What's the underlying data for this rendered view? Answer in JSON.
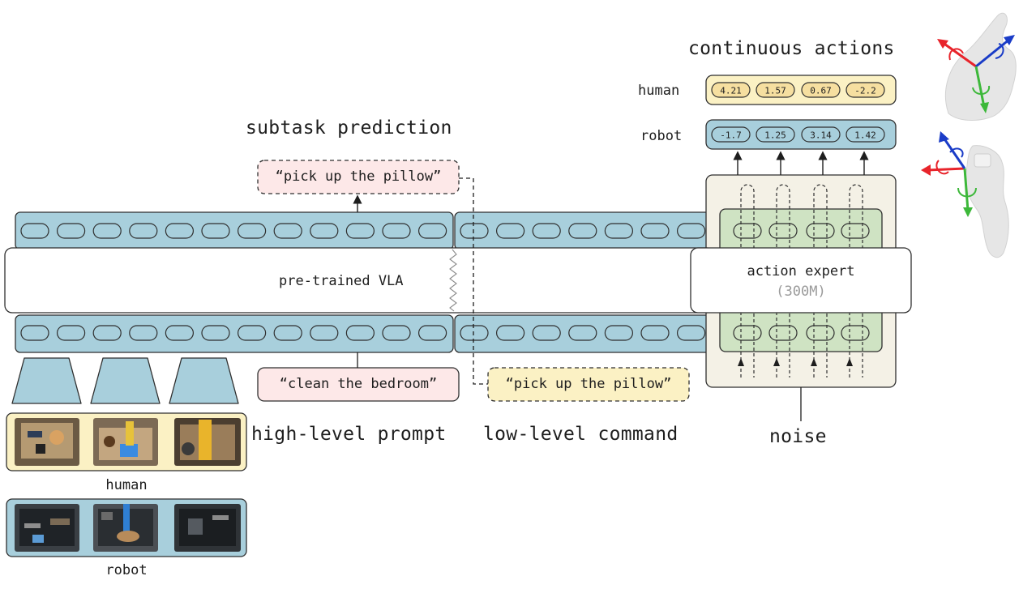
{
  "labels": {
    "continuous_actions": "continuous actions",
    "human_row": "human",
    "robot_row": "robot",
    "subtask_prediction": "subtask prediction",
    "pretrained_vla": "pre-trained VLA",
    "action_expert": "action expert",
    "action_expert_size": "(300M)",
    "high_level_prompt": "high-level prompt",
    "low_level_command": "low-level command",
    "noise": "noise",
    "human_images": "human",
    "robot_images": "robot"
  },
  "texts": {
    "subtask_output": "“pick up the pillow”",
    "prompt": "“clean the bedroom”",
    "command": "“pick up the pillow”"
  },
  "actions": {
    "human": [
      "4.21",
      "1.57",
      "0.67",
      "-2.2"
    ],
    "robot": [
      "-1.7",
      "1.25",
      "3.14",
      "1.42"
    ]
  },
  "colors": {
    "token_blue": "#a8cfdc",
    "human_yellow": "#fbf1c4",
    "action_yellow": "#f6dfa0",
    "subtask_pink": "#fde8e8",
    "expert_bg": "#f4f1e6",
    "expert_green": "#cfe3c3",
    "axis_red": "#e8242b",
    "axis_blue": "#1a3cc7",
    "axis_green": "#3db83a"
  }
}
